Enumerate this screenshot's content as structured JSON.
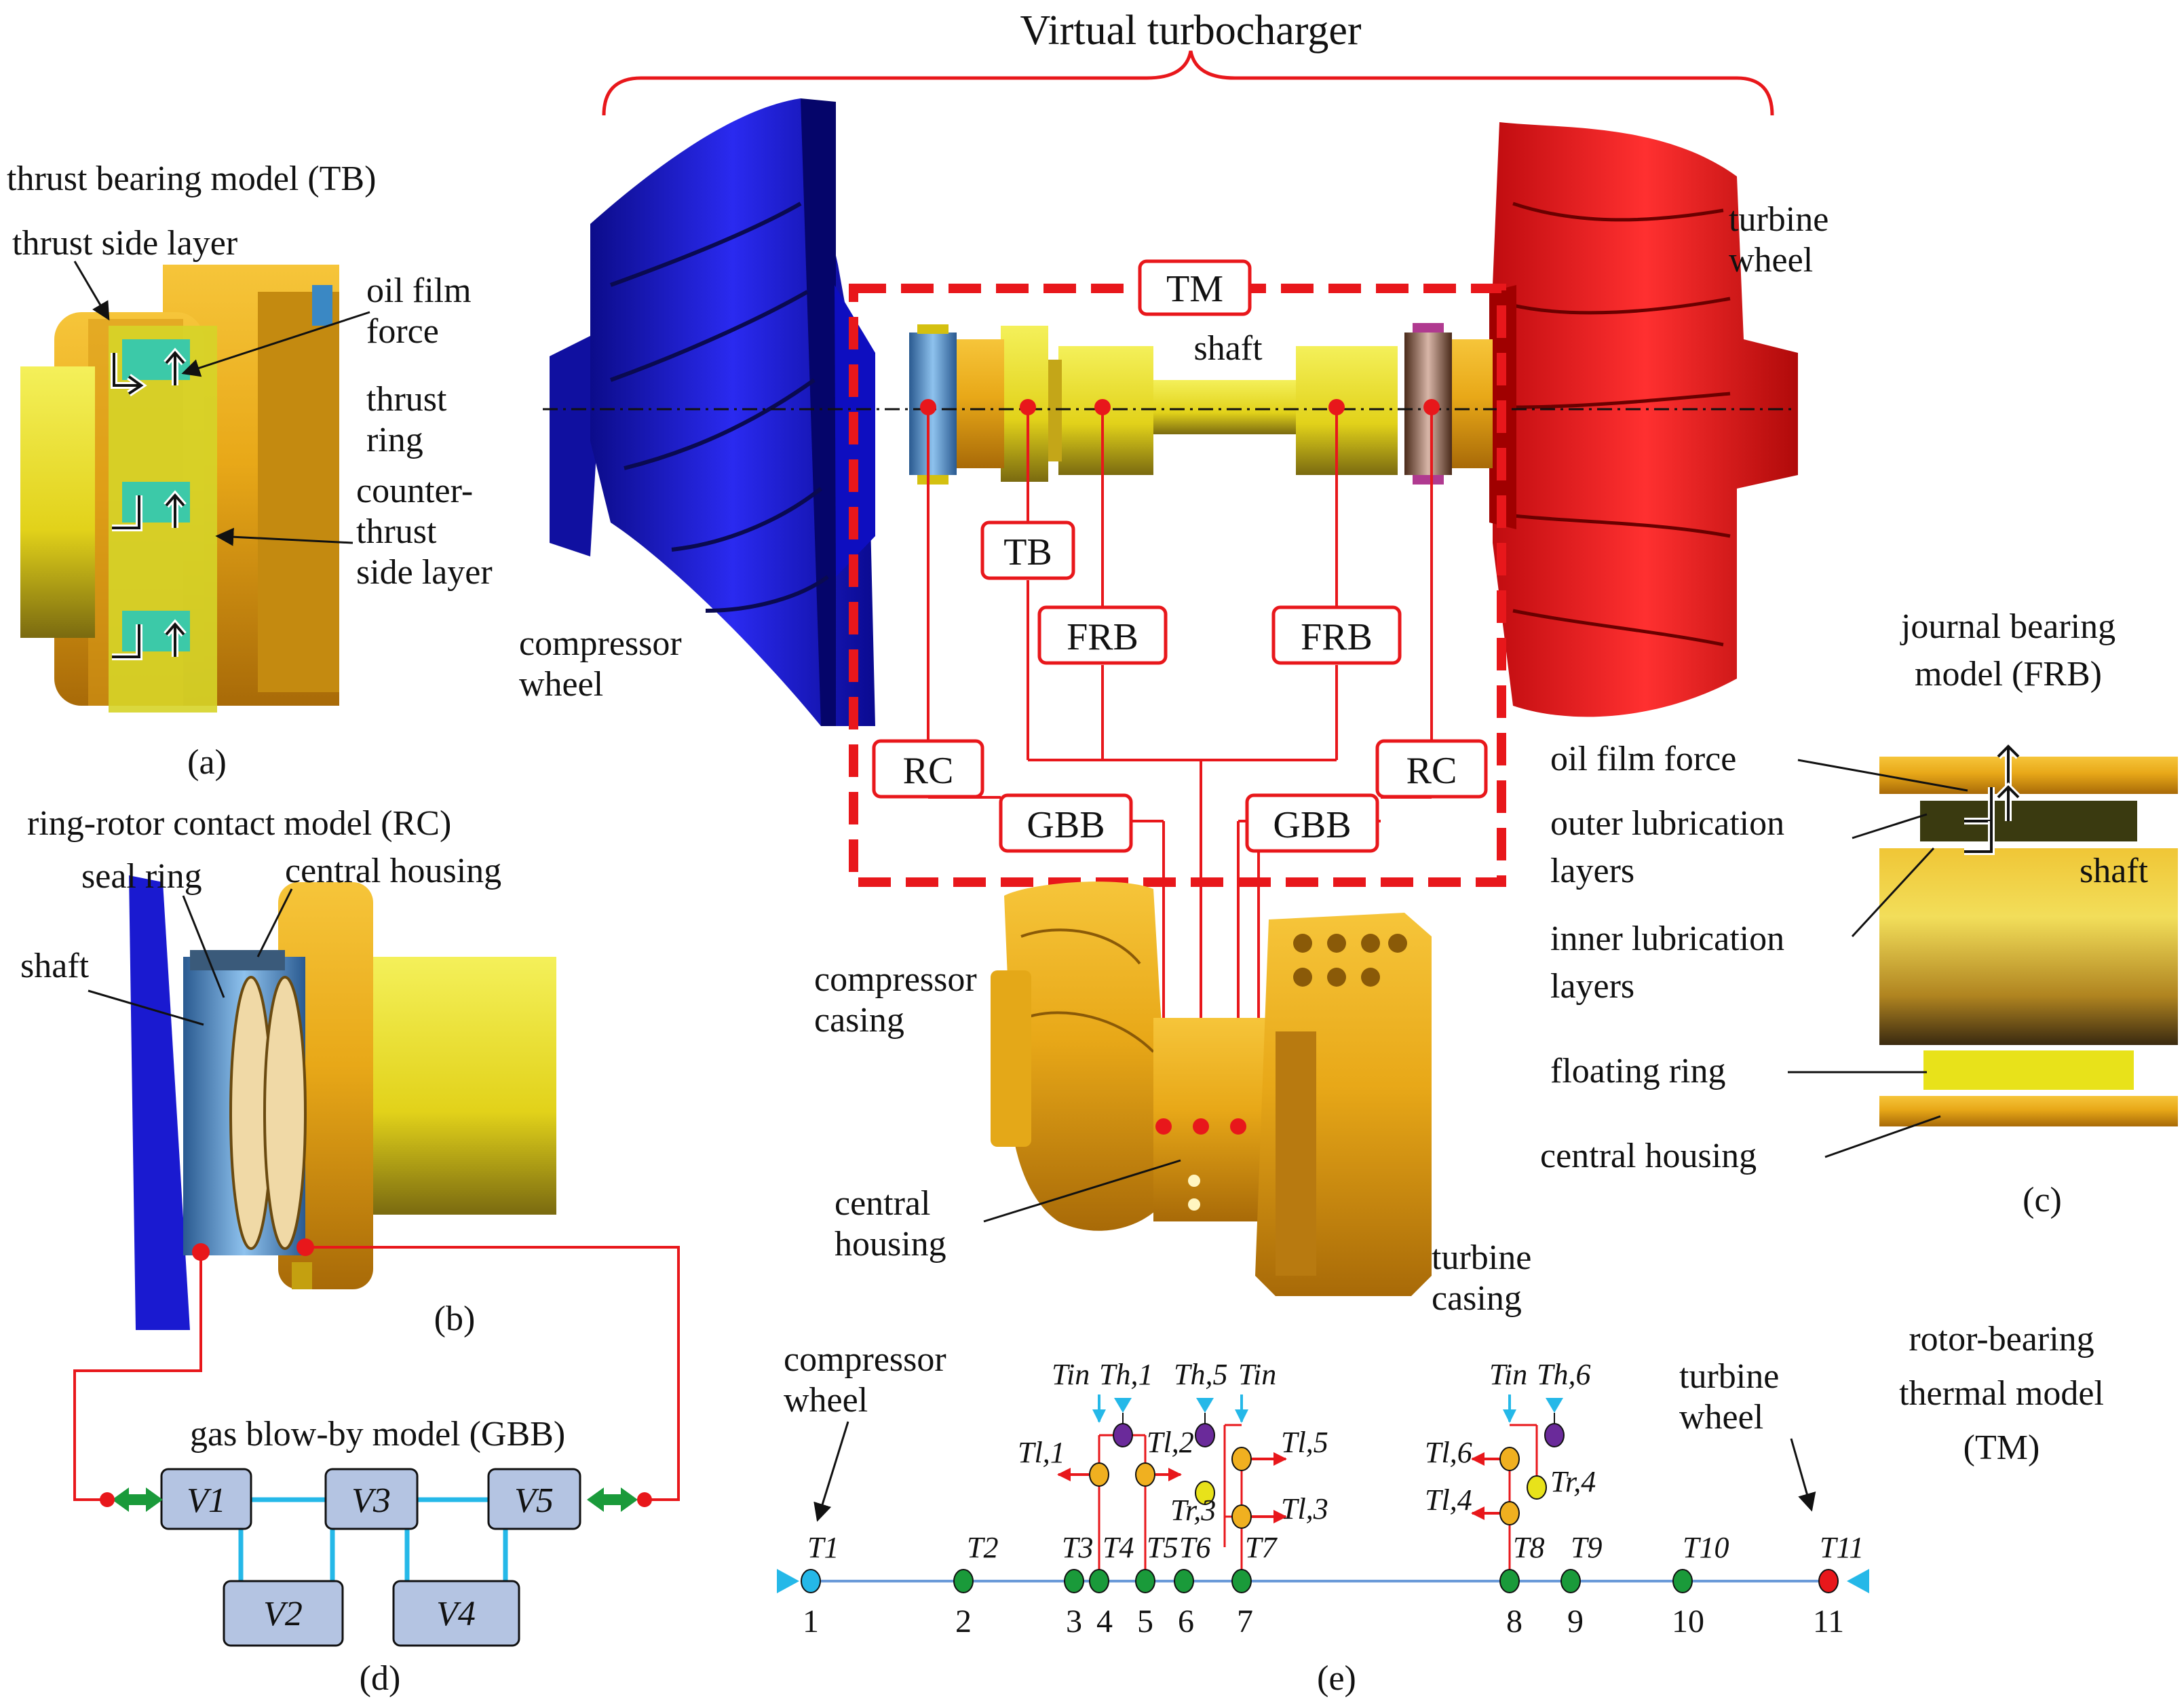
{
  "title": "Virtual turbocharger",
  "panel_tags": {
    "a": "(a)",
    "b": "(b)",
    "c": "(c)",
    "d": "(d)",
    "e": "(e)"
  },
  "center": {
    "shaft": "shaft",
    "turbine_wheel": [
      "turbine",
      "wheel"
    ],
    "compressor_wheel": [
      "compressor",
      "wheel"
    ],
    "compressor_casing": [
      "compressor",
      "casing"
    ],
    "central_housing": [
      "central",
      "housing"
    ],
    "turbine_casing": [
      "turbine",
      "casing"
    ],
    "boxes": {
      "tm": "TM",
      "tb": "TB",
      "frb": "FRB",
      "rc": "RC",
      "gbb": "GBB"
    }
  },
  "panel_a": {
    "title": "thrust bearing model (TB)",
    "thrust_side_layer": "thrust side layer",
    "oil_film_force": [
      "oil film",
      "force"
    ],
    "thrust_ring": [
      "thrust",
      "ring"
    ],
    "counter_thrust": [
      "counter-",
      "thrust",
      "side layer"
    ]
  },
  "panel_b": {
    "title": "ring-rotor contact model (RC)",
    "seal_ring": "seal ring",
    "central_housing": "central housing",
    "shaft": "shaft"
  },
  "panel_c": {
    "title": [
      "journal bearing",
      "model (FRB)"
    ],
    "oil_film_force": "oil film force",
    "outer_layers": [
      "outer lubrication",
      "layers"
    ],
    "inner_layers": [
      "inner lubrication",
      "layers"
    ],
    "shaft": "shaft",
    "floating_ring": "floating ring",
    "central_housing": "central housing"
  },
  "panel_d": {
    "title": "gas blow-by model (GBB)",
    "volumes": [
      "V1",
      "V2",
      "V3",
      "V4",
      "V5"
    ]
  },
  "panel_e": {
    "compressor_wheel": [
      "compressor",
      "wheel"
    ],
    "turbine_wheel": [
      "turbine",
      "wheel"
    ],
    "model_title": [
      "rotor-bearing",
      "thermal model",
      "(TM)"
    ],
    "node_numbers": [
      "1",
      "2",
      "3",
      "4",
      "5",
      "6",
      "7",
      "8",
      "9",
      "10",
      "11"
    ],
    "temp_labels": {
      "T1": "T1",
      "T2": "T2",
      "T3": "T3",
      "T4": "T4",
      "T5": "T5",
      "T6": "T6",
      "T7": "T7",
      "T8": "T8",
      "T9": "T9",
      "T10": "T10",
      "T11": "T11",
      "Tin": "Tin",
      "Th1": "Th,1",
      "Th5": "Th,5",
      "Th6": "Th,6",
      "Tl1": "Tl,1",
      "Tl2": "Tl,2",
      "Tl3": "Tl,3",
      "Tl4": "Tl,4",
      "Tl5": "Tl,5",
      "Tl6": "Tl,6",
      "Tr3": "Tr,3",
      "Tr4": "Tr,4"
    }
  },
  "colors": {
    "red": "#e8171b",
    "blue": "#1a1ad8",
    "gold": "#e6a21c",
    "yellow": "#e8e21a",
    "green": "#1a9a3a",
    "lightblue": "#25b8e8",
    "purple": "#6a2a9a",
    "volume_fill": "#b4c4e2"
  }
}
